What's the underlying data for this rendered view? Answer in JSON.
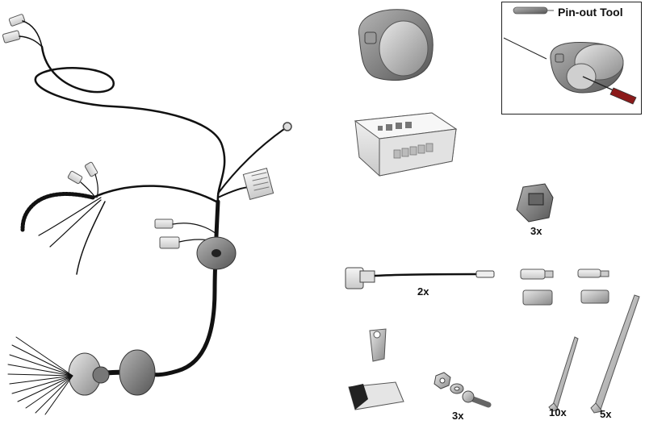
{
  "pin_out_tool": {
    "title": "Pin-out Tool"
  },
  "quantities": {
    "socket_clips": "3x",
    "fuse_holder": "2x",
    "nut_bolt": "3x",
    "short_ties": "10x",
    "long_ties": "5x"
  }
}
